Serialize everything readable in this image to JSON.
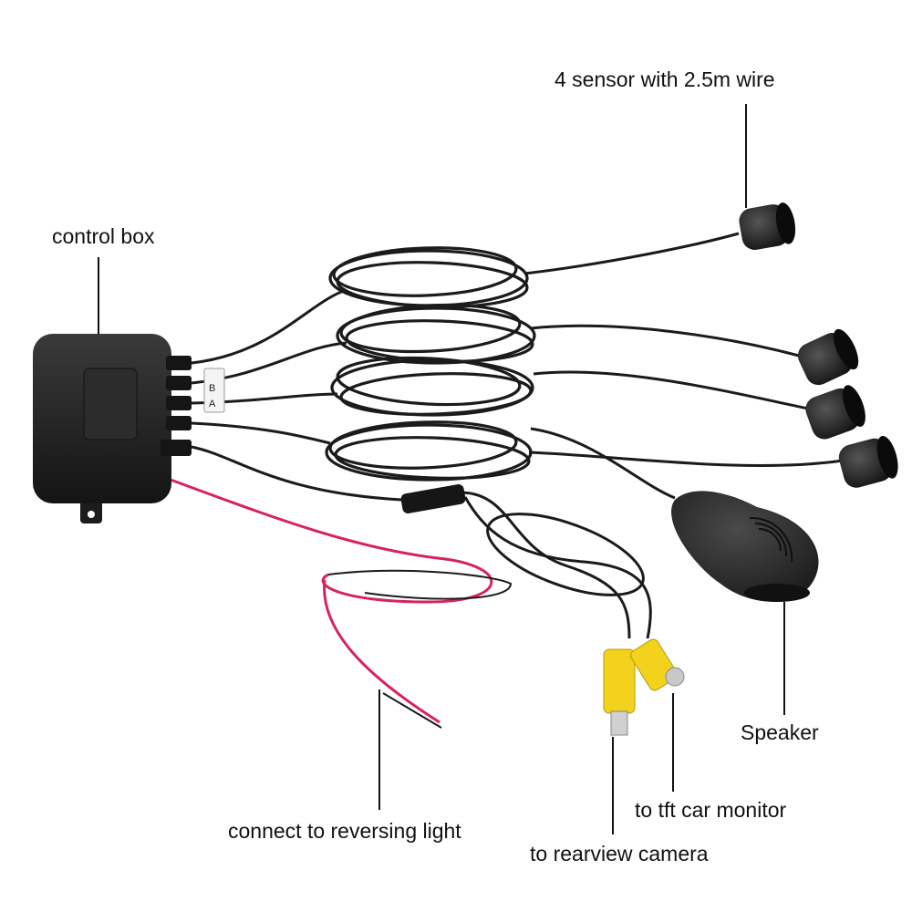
{
  "labels": {
    "sensor": "4 sensor with 2.5m wire",
    "control_box": "control box",
    "speaker": "Speaker",
    "tft_monitor": "to tft car monitor",
    "reversing_light": "connect to reversing light",
    "rearview_camera": "to rearview camera"
  },
  "port_marks": {
    "a": "A",
    "b": "B"
  },
  "colors": {
    "cable": "#1b1b1b",
    "housing": "#222222",
    "power_wire": "#d6245a",
    "rca_yellow": "#f2d21c",
    "leader_line": "#111111"
  }
}
